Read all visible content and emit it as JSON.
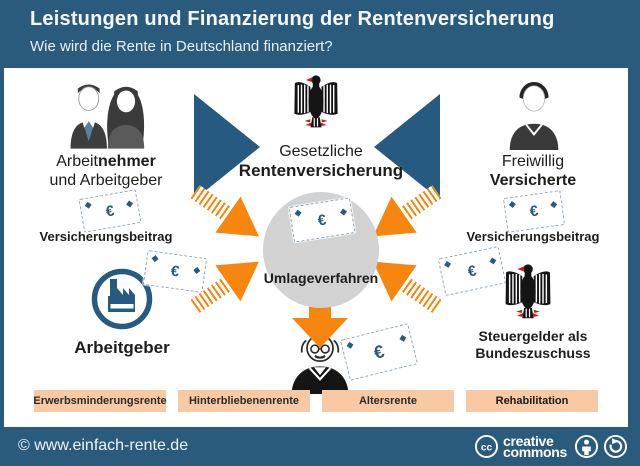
{
  "header": {
    "title": "Leistungen und Finanzierung der Rentenversicherung",
    "subtitle": "Wie wird die Rente in Deutschland finanziert?"
  },
  "left": {
    "employees_prefix": "Arbeit",
    "employees_bold": "nehmer",
    "employees_line2": "und Arbeitgeber",
    "contribution": "Versicherungsbeitrag",
    "employer": "Arbeitgeber"
  },
  "center": {
    "institution_line1": "Gesetzliche",
    "institution_line2": "Rentenversicherung",
    "mechanism": "Umlageverfahren"
  },
  "right": {
    "group_line1": "Freiwillig",
    "group_line2": "Versicherte",
    "contribution": "Versicherungsbeitrag",
    "tax_line1": "Steuergelder als",
    "tax_line2": "Bundeszuschuss"
  },
  "benefits": [
    "Erwerbsminderungsrente",
    "Hinterbliebenenrente",
    "Altersrente",
    "Rehabilitation"
  ],
  "euro": "€",
  "footer": {
    "copyright": "© www.einfach-rente.de",
    "cc_label": "cc",
    "cc_line1": "creative",
    "cc_line2": "commons"
  },
  "colors": {
    "header_bg": "#2a5b7d",
    "accent_blue": "#265a80",
    "orange": "#f6860e",
    "salmon": "#f9c9a4",
    "circle_gray": "#d2d2d2",
    "eagle_red": "#c8191e"
  }
}
